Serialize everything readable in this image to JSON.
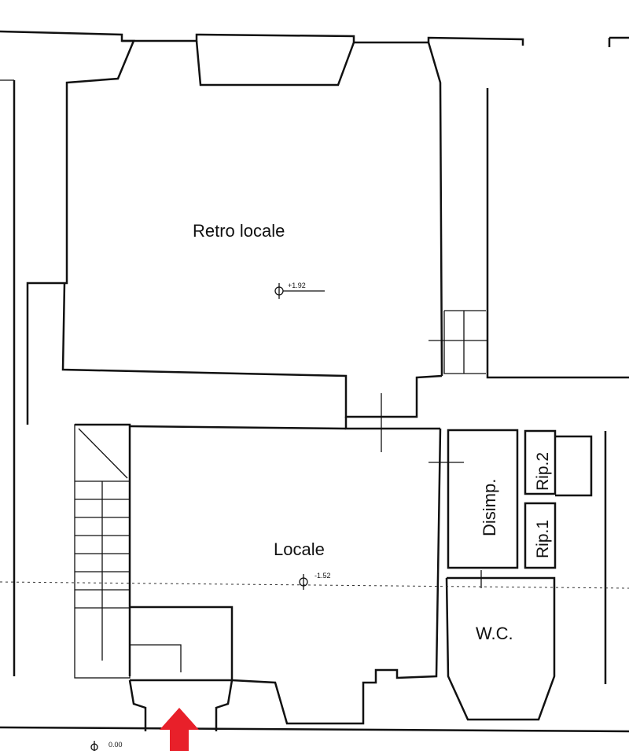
{
  "rooms": {
    "retro_locale": "Retro locale",
    "locale": "Locale",
    "disimpegno": "Disimp.",
    "ripostiglio_2": "Rip.2",
    "ripostiglio_1": "Rip.1",
    "wc": "W.C."
  },
  "elevations": {
    "retro_locale": "+1.92",
    "locale": "-1.52",
    "entrance": "0.00"
  },
  "colors": {
    "entrance_arrow": "#e8202a",
    "lines": "#111111"
  },
  "icons": {
    "entrance": "arrow-up-icon",
    "level_mark": "elevation-marker-icon"
  }
}
